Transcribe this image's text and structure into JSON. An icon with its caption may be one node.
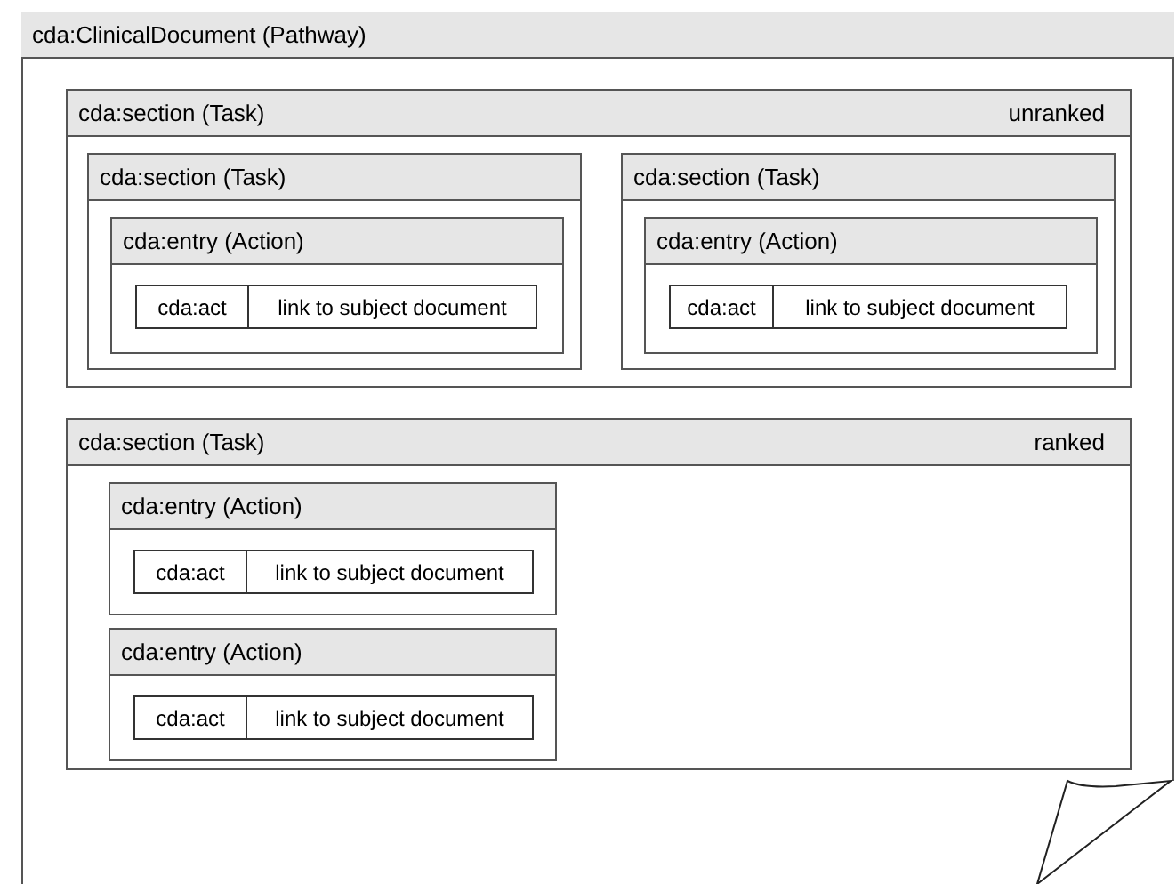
{
  "diagram": {
    "nodes": [
      {
        "text": [
          "cda:ClinicalDocument (Pathway)"
        ]
      },
      {
        "text": [
          "cda:section (Task)",
          "unranked"
        ],
        "in": 0
      },
      {
        "text": [
          "cda:section (Task)"
        ],
        "in": 1
      },
      {
        "text": [
          "cda:entry (Action)"
        ],
        "in": 2
      },
      {
        "text": [
          "cda:act"
        ],
        "in": 3
      },
      {
        "text": [
          "link to subject document"
        ],
        "in": 3
      },
      {
        "text": [
          "cda:section (Task)"
        ],
        "in": 1
      },
      {
        "text": [
          "cda:entry (Action)"
        ],
        "in": 6
      },
      {
        "text": [
          "cda:act"
        ],
        "in": 7
      },
      {
        "text": [
          "link to subject document"
        ],
        "in": 7
      },
      {
        "text": [
          "cda:section (Task)",
          "ranked"
        ],
        "in": 0
      },
      {
        "text": [
          "cda:entry (Action)"
        ],
        "in": 10
      },
      {
        "text": [
          "cda:act"
        ],
        "in": 11
      },
      {
        "text": [
          "link to subject document"
        ],
        "in": 11
      },
      {
        "text": [
          "cda:entry (Action)"
        ],
        "in": 10
      },
      {
        "text": [
          "cda:act"
        ],
        "in": 14
      },
      {
        "text": [
          "link to subject document"
        ],
        "in": 14
      }
    ]
  }
}
